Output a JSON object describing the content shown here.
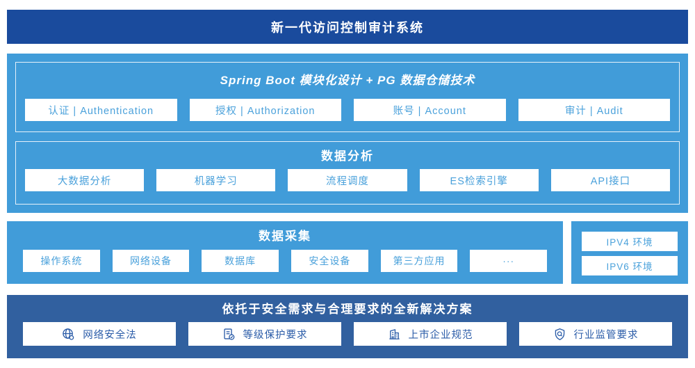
{
  "banner": {
    "title": "新一代访问控制审计系统"
  },
  "platform": {
    "modules_section": {
      "title": "Spring Boot 模块化设计 + PG 数据仓储技术",
      "items": [
        {
          "label": "认证 | Authentication"
        },
        {
          "label": "授权 | Authorization"
        },
        {
          "label": "账号 | Account"
        },
        {
          "label": "审计 | Audit"
        }
      ]
    },
    "analysis_section": {
      "title": "数据分析",
      "items": [
        {
          "label": "大数据分析"
        },
        {
          "label": "机器学习"
        },
        {
          "label": "流程调度"
        },
        {
          "label": "ES检索引擎"
        },
        {
          "label": "API接口"
        }
      ]
    }
  },
  "collection": {
    "title": "数据采集",
    "items": [
      {
        "label": "操作系统"
      },
      {
        "label": "网络设备"
      },
      {
        "label": "数据库"
      },
      {
        "label": "安全设备"
      },
      {
        "label": "第三方应用"
      },
      {
        "label": "···"
      }
    ]
  },
  "environments": {
    "items": [
      {
        "label": "IPV4 环境"
      },
      {
        "label": "IPV6 环境"
      }
    ]
  },
  "solution": {
    "title": "依托于安全需求与合理要求的全新解决方案",
    "items": [
      {
        "icon": "globe-icon",
        "label": "网络安全法"
      },
      {
        "icon": "document-check-icon",
        "label": "等级保护要求"
      },
      {
        "icon": "building-icon",
        "label": "上市企业规范"
      },
      {
        "icon": "shield-search-icon",
        "label": "行业监管要求"
      }
    ]
  },
  "colors": {
    "banner_bg": "#1A4B9D",
    "platform_bg": "#419CD9",
    "solution_bg": "#31609F",
    "box_text_light_blue": "#4AA1DB",
    "solution_text_dark_blue": "#2B5CA8",
    "section_border": "#E6F1FA"
  }
}
